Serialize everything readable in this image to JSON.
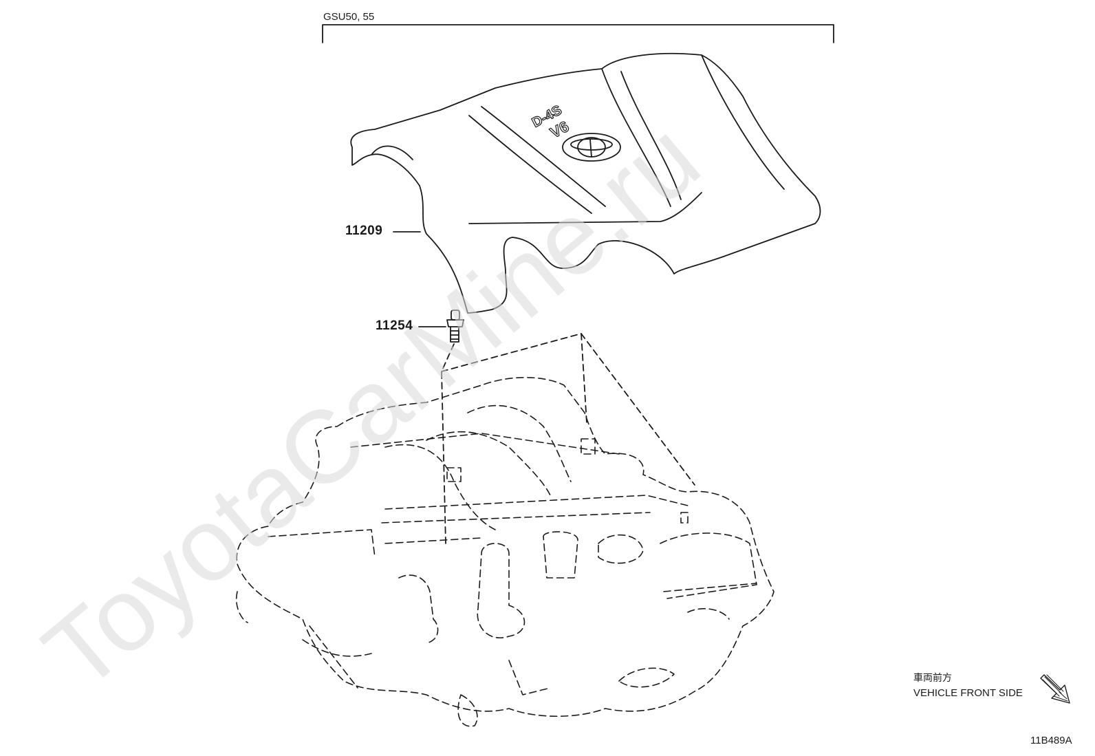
{
  "diagram": {
    "model_label": "GSU50, 55",
    "cover_text_top": "D-4S",
    "cover_text_bottom": "V6",
    "parts": [
      {
        "number": "11209"
      },
      {
        "number": "11254"
      }
    ],
    "front_direction": {
      "japanese": "車両前方",
      "english": "VEHICLE FRONT SIDE"
    },
    "figure_code": "11B489A",
    "watermark": "ToyotaCarMine.ru"
  }
}
